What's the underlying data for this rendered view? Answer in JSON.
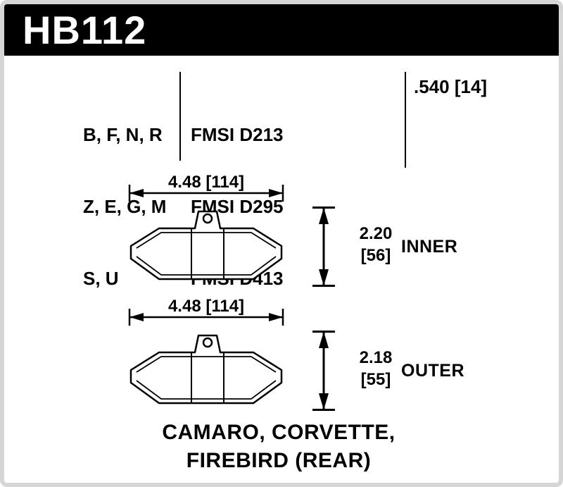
{
  "part_number": "HB112",
  "spec": {
    "compounds": [
      "B, F, N, R",
      "Z, E, G, M",
      "S, U"
    ],
    "fmsi": [
      "FMSI D213",
      "FMSI D295",
      "FMSI D413"
    ],
    "thickness": ".540 [14]"
  },
  "views": [
    {
      "width_dim": "4.48 [114]",
      "height_value": "2.20",
      "height_bracket": "[56]",
      "label": "INNER"
    },
    {
      "width_dim": "4.48 [114]",
      "height_value": "2.18",
      "height_bracket": "[55]",
      "label": "OUTER"
    }
  ],
  "application": {
    "line1": "CAMARO, CORVETTE,",
    "line2": "FIREBIRD (REAR)"
  },
  "colors": {
    "header_bg": "#000000",
    "header_text": "#ffffff",
    "diagram_line": "#000000",
    "background": "#ffffff",
    "frame_border": "#d6d6d6"
  }
}
